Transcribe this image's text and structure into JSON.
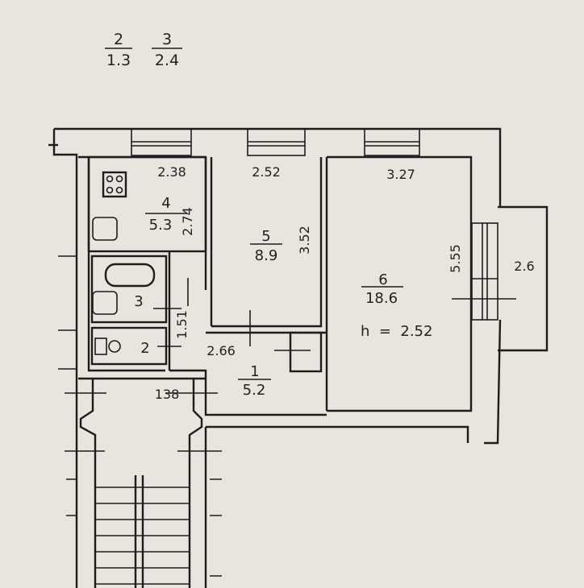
{
  "legend": [
    {
      "number": "2",
      "area": "1.3"
    },
    {
      "number": "3",
      "area": "2.4"
    }
  ],
  "rooms": {
    "kitchen": {
      "number": "4",
      "area": "5.3",
      "width": "2.38",
      "length": "2.74"
    },
    "room5": {
      "number": "5",
      "area": "8.9",
      "width": "2.52",
      "length": "3.52"
    },
    "room6": {
      "number": "6",
      "area": "18.6",
      "width": "3.27",
      "length": "5.55"
    },
    "bathroom": {
      "number": "3"
    },
    "toilet": {
      "number": "2"
    },
    "hallway": {
      "number": "1",
      "area": "5.2",
      "length": "2.66",
      "width": "1.51"
    },
    "balcony": {
      "length": "2.6"
    }
  },
  "ceiling_height": "h  =  2.52",
  "stair_hall": {
    "width": "138"
  },
  "colors": {
    "paper": "#e8e5de",
    "ink": "#1d1d1d"
  }
}
